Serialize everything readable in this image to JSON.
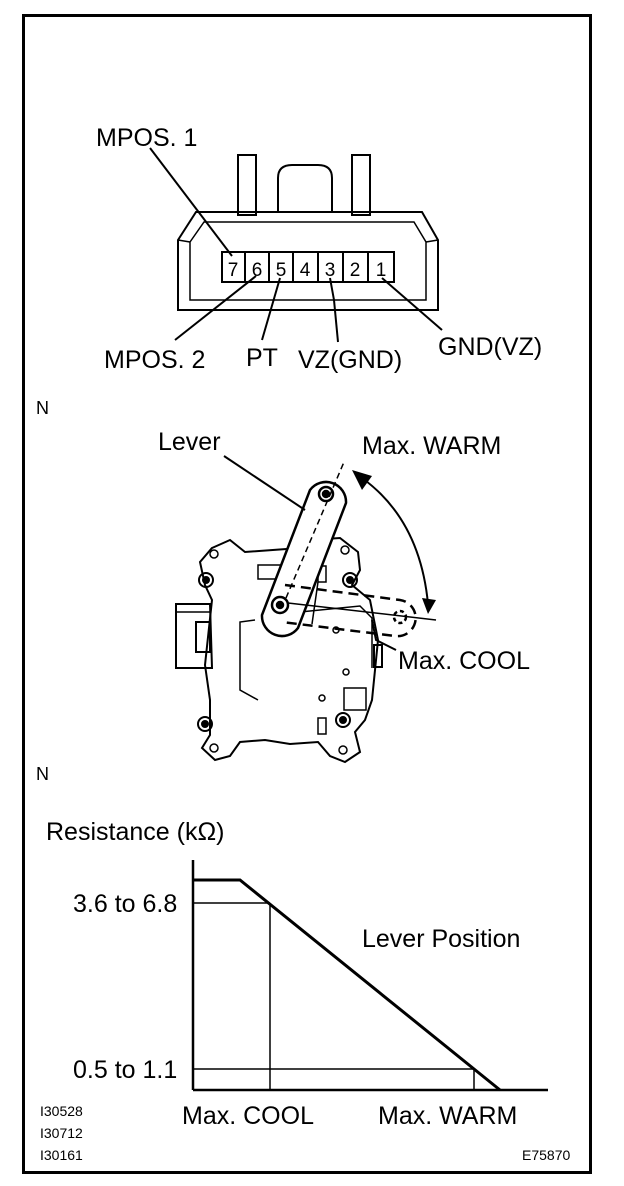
{
  "connector": {
    "pins": [
      "7",
      "6",
      "5",
      "4",
      "3",
      "2",
      "1"
    ],
    "labels": {
      "mpos1": "MPOS. 1",
      "mpos2": "MPOS. 2",
      "pt": "PT",
      "vz_gnd": "VZ(GND)",
      "gnd_vz": "GND(VZ)"
    }
  },
  "markers": {
    "n1": "N",
    "n2": "N"
  },
  "actuator": {
    "lever": "Lever",
    "max_warm": "Max. WARM",
    "max_cool": "Max. COOL"
  },
  "chart_data": {
    "type": "line",
    "ylabel": "Resistance (kΩ)",
    "xlabel": "Lever Position",
    "x_ticks": [
      "Max. COOL",
      "Max. WARM"
    ],
    "y_ticks": [
      "3.6 to 6.8",
      "0.5 to 1.1"
    ]
  },
  "footer": {
    "ref_codes": [
      "I30528",
      "I30712",
      "I30161"
    ],
    "figure_code": "E75870"
  }
}
